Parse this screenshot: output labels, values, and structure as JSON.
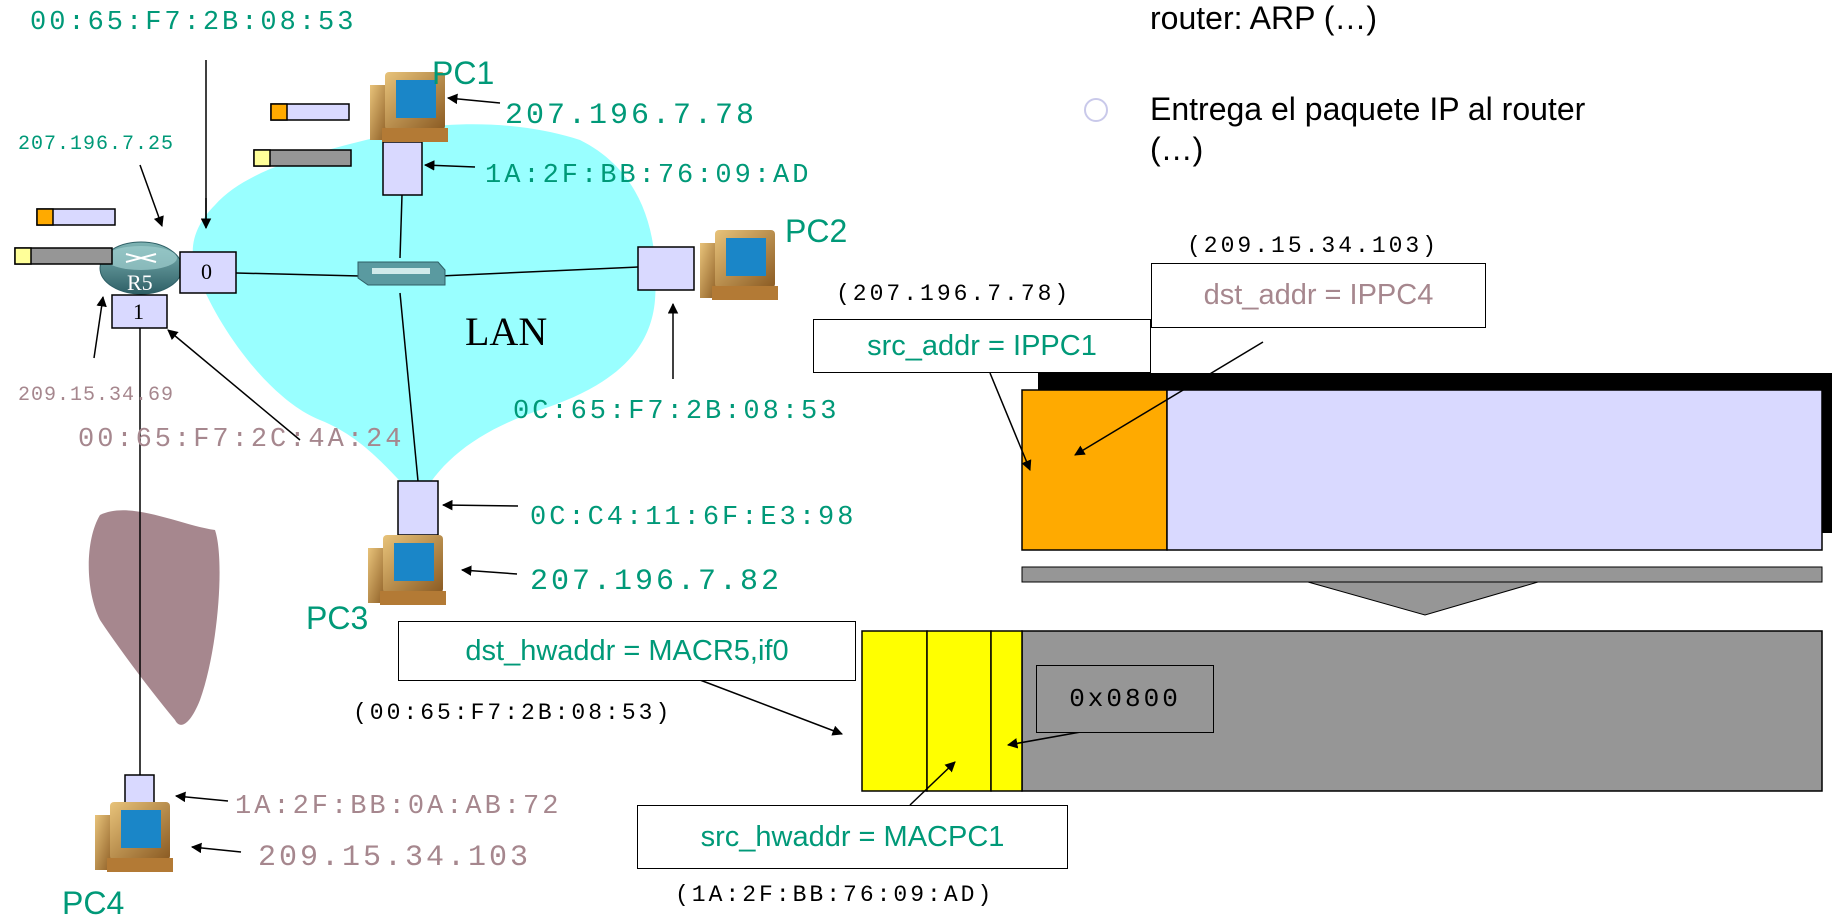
{
  "bullets": {
    "line1": "router: ARP (…)",
    "line2a": "Entrega el paquete IP al router",
    "line2b": "(…)"
  },
  "lan_label": "LAN",
  "hosts": {
    "pc1": {
      "name": "PC1",
      "ip": "207.196.7.78",
      "mac": "1A:2F:BB:76:09:AD"
    },
    "pc2": {
      "name": "PC2",
      "mac": "0C:65:F7:2B:08:53"
    },
    "pc3": {
      "name": "PC3",
      "ip": "207.196.7.82",
      "mac": "0C:C4:11:6F:E3:98"
    },
    "pc4": {
      "name": "PC4",
      "ip": "209.15.34.103",
      "mac": "1A:2F:BB:0A:AB:72"
    }
  },
  "router": {
    "name": "R5",
    "if0": {
      "label": "0",
      "ip": "207.196.7.25",
      "mac": "00:65:F7:2B:08:53"
    },
    "if1": {
      "label": "1",
      "ip": "209.15.34.69",
      "mac": "00:65:F7:2C:4A:24"
    }
  },
  "ip_packet": {
    "src_field": "src_addr = IPPC1",
    "src_value": "(207.196.7.78)",
    "dst_field": "dst_addr = IPPC4",
    "dst_value": "(209.15.34.103)"
  },
  "frame": {
    "dst_field": "dst_hwaddr = MACR5,if0",
    "dst_value": "(00:65:F7:2B:08:53)",
    "src_field": "src_hwaddr = MACPC1",
    "src_value": "(1A:2F:BB:76:09:AD)",
    "type_field": "0x0800"
  },
  "colors": {
    "teal_text": "#009978",
    "mauve_text": "#a6878e",
    "lan_cloud": "#99ffff",
    "wan_cloud": "#a6878e",
    "nic_fill": "#d9d9ff",
    "ip_header": "#ffaa00",
    "ip_payload": "#d9d9ff",
    "frame_header": "#ffff00",
    "frame_body": "#969696"
  }
}
